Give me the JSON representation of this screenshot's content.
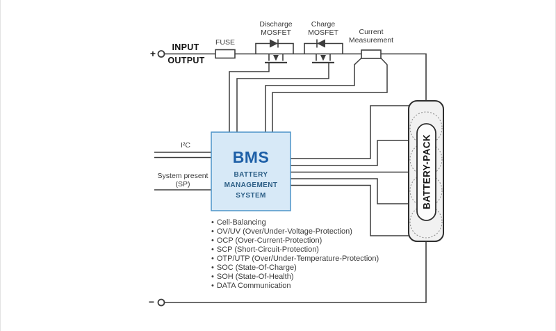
{
  "colors": {
    "wire": "#3d3d3d",
    "label": "#3a3a3a",
    "bms_fill": "#d7e9f7",
    "bms_border": "#4d94c8",
    "bms_acronym": "#1d5fa7",
    "bms_text": "#2a5d85",
    "pack_fill": "#f1f1f1",
    "pack_border": "#2e2e2e",
    "background": "#ffffff"
  },
  "terminals": {
    "positive_sign": "+",
    "negative_sign": "−",
    "input_label": "INPUT",
    "output_label": "OUTPUT"
  },
  "components": {
    "fuse": "FUSE",
    "discharge_mosfet": {
      "line1": "Discharge",
      "line2": "MOSFET"
    },
    "charge_mosfet": {
      "line1": "Charge",
      "line2": "MOSFET"
    },
    "current_measurement": {
      "line1": "Current",
      "line2": "Measurement"
    }
  },
  "bms": {
    "acronym": "BMS",
    "full_name": {
      "line1": "BATTERY",
      "line2": "MANAGEMENT",
      "line3": "SYSTEM"
    }
  },
  "signals": {
    "i2c": "I²C",
    "system_present": {
      "line1": "System present",
      "line2": "(SP)"
    }
  },
  "battery_pack": {
    "label": "BATTERY-PACK",
    "cell_count": 4
  },
  "features": {
    "items": [
      "Cell-Balancing",
      "OV/UV (Over/Under-Voltage-Protection)",
      "OCP (Over-Current-Protection)",
      "SCP (Short-Circuit-Protection)",
      "OTP/UTP (Over/Under-Temperature-Protection)",
      "SOC (State-Of-Charge)",
      "SOH (State-Of-Health)",
      "DATA Communication"
    ]
  }
}
